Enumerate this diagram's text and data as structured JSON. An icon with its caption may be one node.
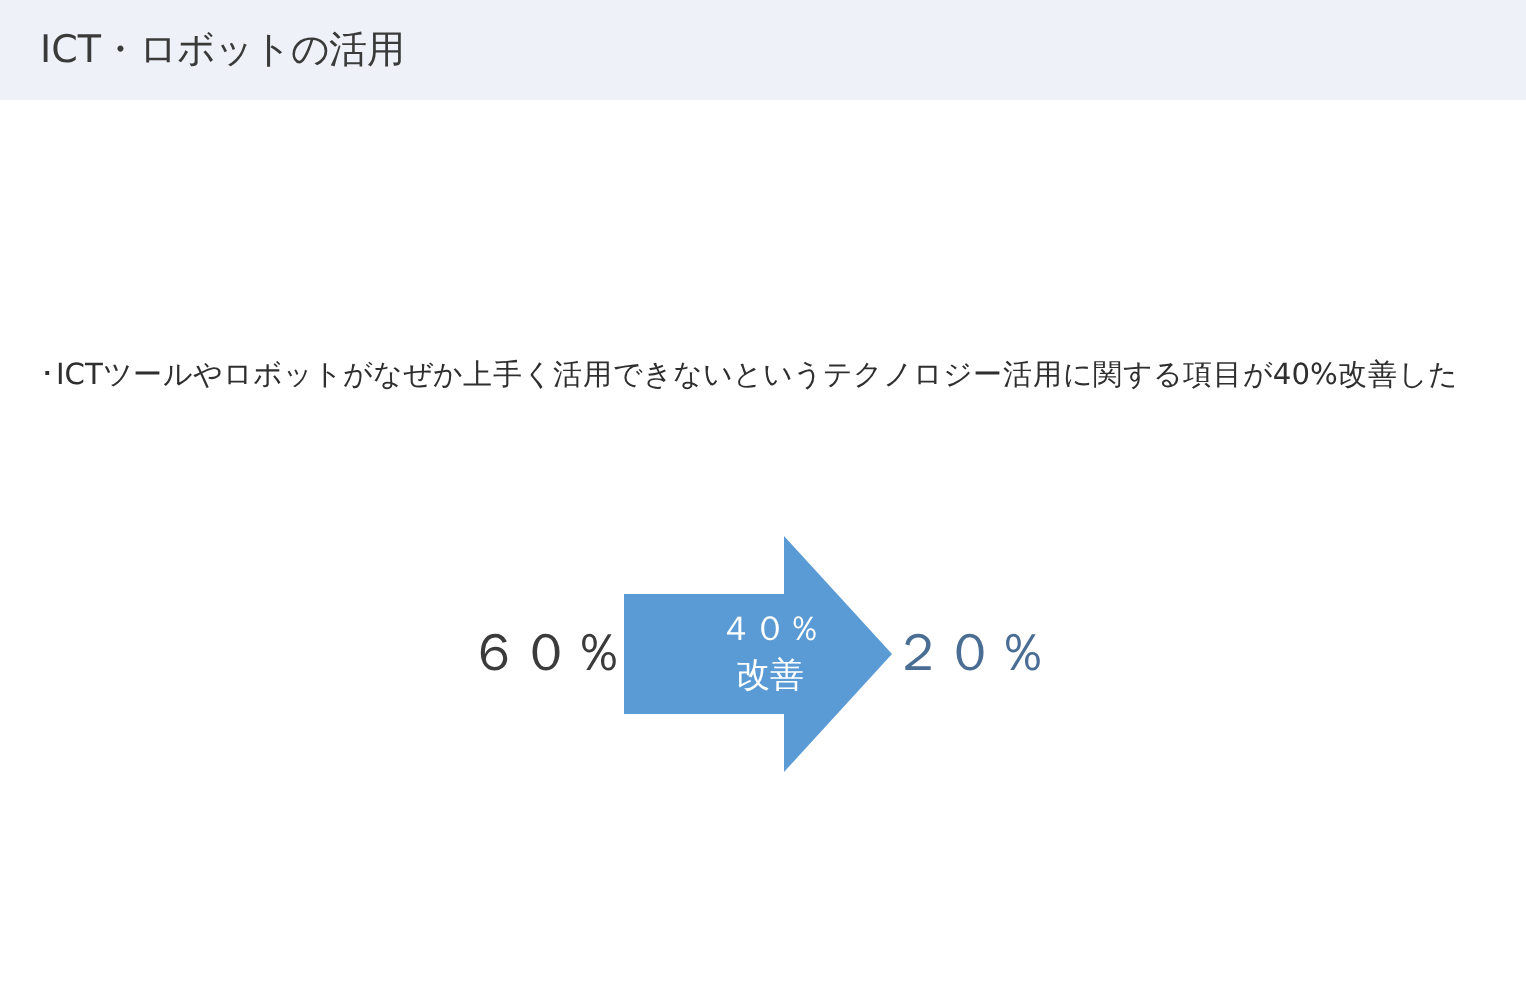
{
  "diagram": {
    "title": "ICT・ロボットの活用",
    "nodes": [
      {
        "text": [
          "６０％"
        ]
      },
      {
        "text": [
          "２０％"
        ]
      }
    ],
    "edges": [
      {
        "from": 0,
        "to": 1,
        "arrow": "to",
        "label": "４０％改善"
      }
    ],
    "labels": [
      "･ICTツールやロボットがなぜか上手く活用できないというテクノロジー活用に関する項目が40%改善した"
    ]
  }
}
